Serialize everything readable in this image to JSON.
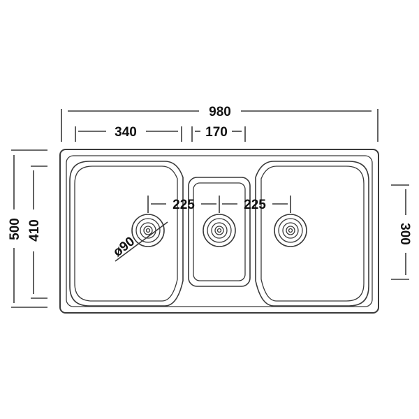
{
  "dimensions": {
    "overall_width": "980",
    "left_bowl_width": "340",
    "center_bowl_width": "170",
    "overall_depth": "500",
    "bowl_depth": "410",
    "drain_spacing_left": "225",
    "drain_spacing_right": "225",
    "drain_diameter": "ø90",
    "side_bowl_depth": "300"
  },
  "colors": {
    "line": "#3a3a3a",
    "text": "#111111",
    "background": "#ffffff"
  }
}
